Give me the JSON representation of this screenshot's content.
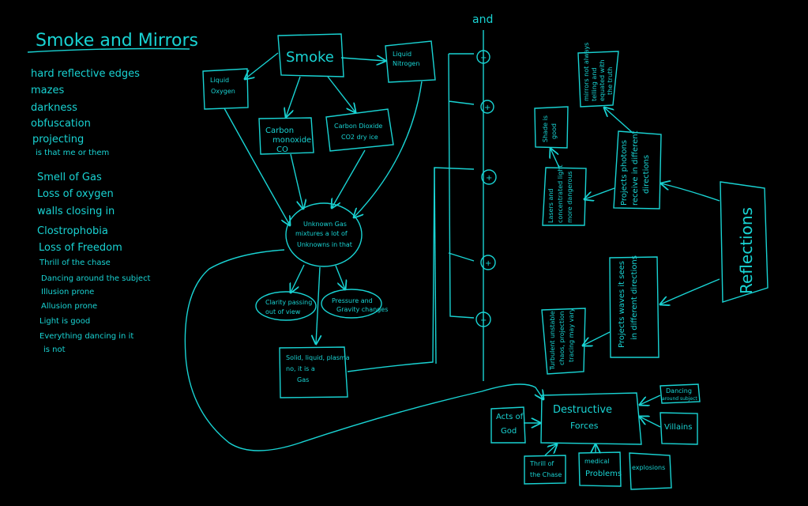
{
  "title": "Smoke and Mirrors",
  "list": [
    "hard reflective edges",
    "mazes",
    "darkness",
    "obfuscation",
    "projecting",
    "is that me or them",
    "Smell of Gas",
    "Loss of oxygen",
    "walls closing in",
    "Clostrophobia",
    "Loss of Freedom",
    "Thrill of the chase",
    "Dancing around the subject",
    "Illusion prone",
    "Allusion prone",
    "Light is good",
    "Everything dancing in it",
    "is not"
  ],
  "smoke": {
    "root": "Smoke",
    "liquid_oxygen": [
      "Liquid",
      "Oxygen"
    ],
    "liquid_nitrogen": [
      "Liquid",
      "Nitrogen"
    ],
    "carbon_monoxide": [
      "Carbon",
      "monoxide",
      "CO"
    ],
    "carbon_dioxide": [
      "Carbon Dioxide",
      "CO2 dry ice"
    ],
    "unknown_gas": [
      "Unknown Gas",
      "mixtures a lot of",
      "Unknowns in that"
    ],
    "clarity": [
      "Clarity passing",
      "out of view"
    ],
    "pressure": [
      "Pressure and",
      "Gravity changes"
    ],
    "solid": [
      "Solid, liquid, plasma",
      "no, it is a",
      "Gas"
    ]
  },
  "connector": {
    "label": "and",
    "plus": "+"
  },
  "reflections": {
    "root": "Reflections",
    "photons": [
      "Projects photons",
      "receive in different",
      "directions"
    ],
    "mirrors": [
      "mirrors not always",
      "telling and",
      "equated with",
      "the truth"
    ],
    "shade": [
      "Shade is",
      "good"
    ],
    "lasers": [
      "Lasers and",
      "concentrated light",
      "more dangerous"
    ],
    "waves": [
      "Projects waves it sees",
      "in different directions"
    ],
    "turbulent": [
      "Turbulent unstable",
      "chaos, projection",
      "tracing may vary"
    ]
  },
  "destructive": {
    "root": [
      "Destructive",
      "Forces"
    ],
    "acts_of_god": [
      "Acts of",
      "God"
    ],
    "dancing": [
      "Dancing",
      "around subject"
    ],
    "villains": "Villains",
    "thrill": [
      "Thrill of",
      "the Chase"
    ],
    "medical": [
      "medical",
      "Problems"
    ],
    "explosions": "explosions"
  },
  "colors": {
    "ink": "#19d3d3",
    "background": "#000000"
  }
}
